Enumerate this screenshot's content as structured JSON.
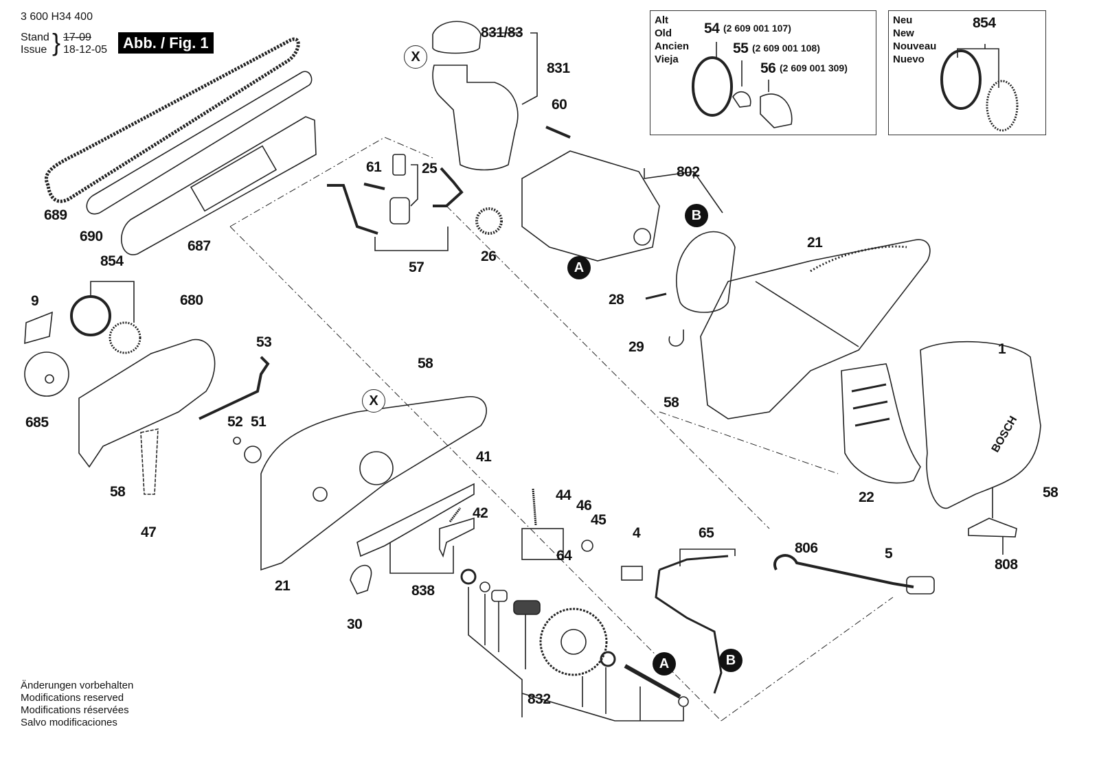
{
  "header": {
    "document_code": "3 600 H34 400",
    "stand_label": "Stand",
    "issue_label": "Issue",
    "old_date": "17-09",
    "issue_date": "18-12-05",
    "figure_tag": "Abb. / Fig. 1"
  },
  "inset_old": {
    "languages": [
      "Alt",
      "Old",
      "Ancien",
      "Vieja"
    ],
    "parts": [
      {
        "ref": "54",
        "part_number": "(2 609 001 107)"
      },
      {
        "ref": "55",
        "part_number": "(2 609 001 108)"
      },
      {
        "ref": "56",
        "part_number": "(2 609 001 309)"
      }
    ]
  },
  "inset_new": {
    "languages": [
      "Neu",
      "New",
      "Nouveau",
      "Nuevo"
    ],
    "ref": "854"
  },
  "callouts": {
    "x_marker": "X",
    "a_marker": "A",
    "b_marker": "B"
  },
  "brand_text": "BOSCH",
  "part_labels": {
    "p831_83": "831/83",
    "p831": "831",
    "p60": "60",
    "p61": "61",
    "p25": "25",
    "p57": "57",
    "p26": "26",
    "p802": "802",
    "p689": "689",
    "p690": "690",
    "p687": "687",
    "p854": "854",
    "p9": "9",
    "p680": "680",
    "p685": "685",
    "p53": "53",
    "p58a": "58",
    "p52": "52",
    "p51": "51",
    "p58b": "58",
    "p47": "47",
    "p21a": "21",
    "p21b": "21",
    "p41": "41",
    "p42": "42",
    "p838": "838",
    "p30": "30",
    "p44": "44",
    "p46": "46",
    "p45": "45",
    "p64": "64",
    "p4": "4",
    "p65": "65",
    "p806": "806",
    "p5": "5",
    "p832": "832",
    "p28": "28",
    "p29": "29",
    "p58c": "58",
    "p1": "1",
    "p22": "22",
    "p58d": "58",
    "p808": "808"
  },
  "footer": {
    "lines": [
      "Änderungen vorbehalten",
      "Modifications reserved",
      "Modifications réservées",
      "Salvo modificaciones"
    ]
  }
}
